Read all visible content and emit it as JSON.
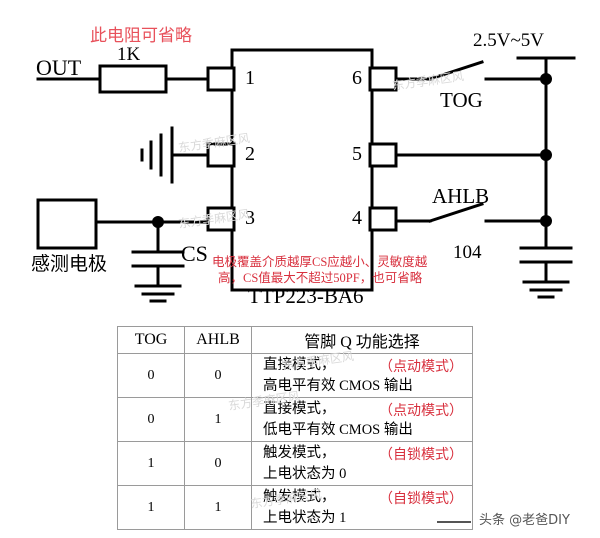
{
  "diagram": {
    "title_chip": "TTP223-BA6",
    "annotations": {
      "resistor_note": "此电阻可省略",
      "cs_note_line1": "电极覆盖介质越厚CS应越小、灵敏度越",
      "cs_note_line2": "高，CS值最大不超过50PF，也可省略"
    },
    "labels": {
      "out": "OUT",
      "resistor_value": "1K",
      "sensor_electrode": "感测电极",
      "cs": "CS",
      "cap_104": "104",
      "supply": "2.5V~5V",
      "tog": "TOG",
      "ahlb": "AHLB"
    },
    "pins": {
      "left": [
        "1",
        "2",
        "3"
      ],
      "right": [
        "6",
        "5",
        "4"
      ]
    }
  },
  "table": {
    "headers": {
      "tog": "TOG",
      "ahlb": "AHLB",
      "function": "管脚 Q 功能选择"
    },
    "rows": [
      {
        "tog": "0",
        "ahlb": "0",
        "desc_line1": "直接模式，",
        "desc_line2": "高电平有效 CMOS 输出",
        "mode": "（点动模式）"
      },
      {
        "tog": "0",
        "ahlb": "1",
        "desc_line1": "直接模式，",
        "desc_line2": "低电平有效 CMOS 输出",
        "mode": "（点动模式）"
      },
      {
        "tog": "1",
        "ahlb": "0",
        "desc_line1": "触发模式，",
        "desc_line2": "上电状态为 0",
        "mode": "（自锁模式）"
      },
      {
        "tog": "1",
        "ahlb": "1",
        "desc_line1": "触发模式，",
        "desc_line2": "上电状态为 1",
        "mode": "（自锁模式）"
      }
    ]
  },
  "watermark": {
    "bottom_right": "头条 @老爸DIY",
    "faint": "东方季麻区风"
  }
}
